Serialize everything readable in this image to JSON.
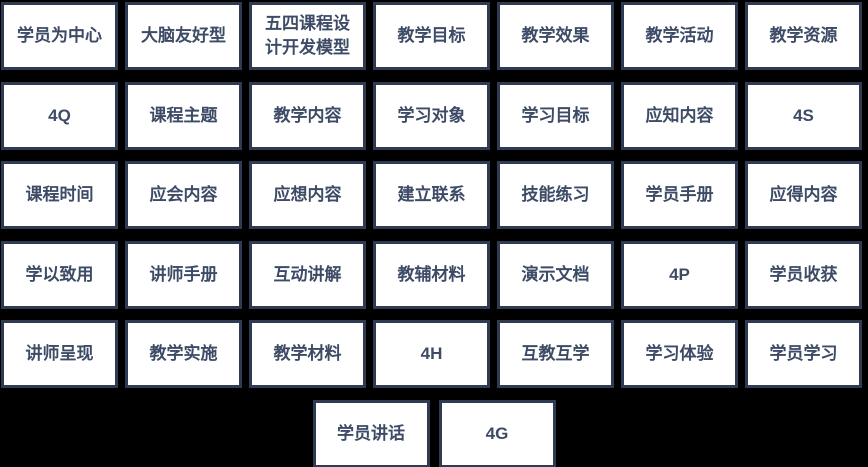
{
  "colors": {
    "background": "#000000",
    "card_fill": "#ffffff",
    "card_border": "#2e3b52",
    "card_text": "#3d4b66"
  },
  "rows": [
    {
      "cells": [
        "学员为中心",
        "大脑友好型",
        "五四课程设\n计开发模型",
        "教学目标",
        "教学效果",
        "教学活动",
        "教学资源"
      ]
    },
    {
      "cells": [
        "4Q",
        "课程主题",
        "教学内容",
        "学习对象",
        "学习目标",
        "应知内容",
        "4S"
      ]
    },
    {
      "cells": [
        "课程时间",
        "应会内容",
        "应想内容",
        "建立联系",
        "技能练习",
        "学员手册",
        "应得内容"
      ]
    },
    {
      "cells": [
        "学以致用",
        "讲师手册",
        "互动讲解",
        "教辅材料",
        "演示文档",
        "4P",
        "学员收获"
      ]
    },
    {
      "cells": [
        "讲师呈现",
        "教学实施",
        "教学材料",
        "4H",
        "互教互学",
        "学习体验",
        "学员学习"
      ]
    }
  ],
  "bottom_row": {
    "cells": [
      "学员讲话",
      "4G"
    ]
  }
}
